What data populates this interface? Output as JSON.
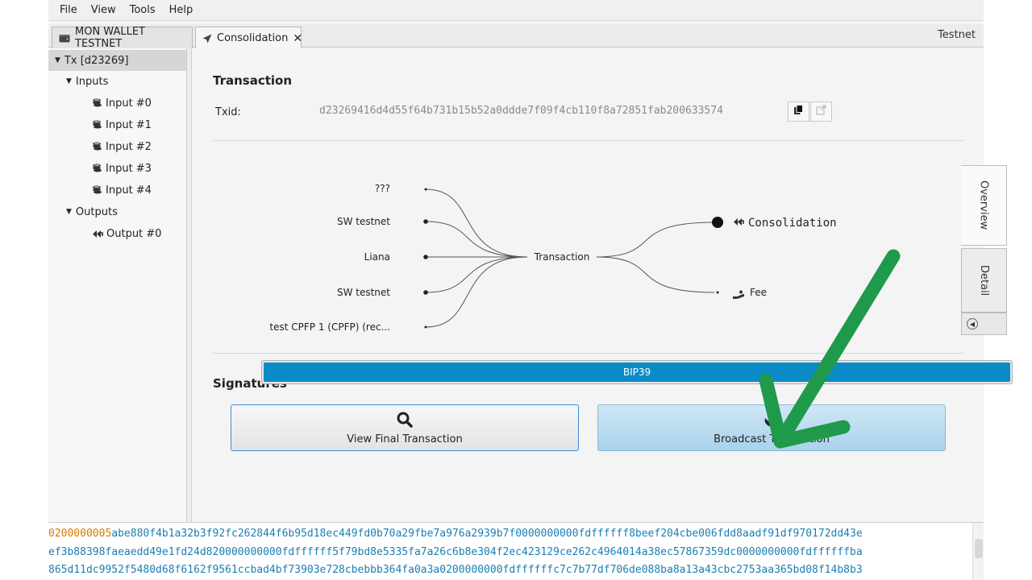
{
  "menu": {
    "items": [
      "File",
      "View",
      "Tools",
      "Help"
    ]
  },
  "tabs": {
    "wallet_label": "MON WALLET TESTNET",
    "consolidation_label": "Consolidation",
    "close_glyph": "✕",
    "network": "Testnet"
  },
  "tree": {
    "root": "Tx [d23269]",
    "inputs_label": "Inputs",
    "inputs": [
      "Input #0",
      "Input #1",
      "Input #2",
      "Input #3",
      "Input #4"
    ],
    "outputs_label": "Outputs",
    "outputs": [
      "Output #0"
    ]
  },
  "transaction": {
    "title": "Transaction",
    "txid_label": "Txid:",
    "txid": "d23269416d4d55f64b731b15b52a0ddde7f09f4cb110f8a72851fab200633574"
  },
  "diagram": {
    "inputs": [
      "???",
      "SW testnet",
      "Liana",
      "SW testnet",
      "test CPFP 1 (CPFP) (rec..."
    ],
    "center": "Transaction",
    "outputs": [
      "Consolidation",
      "Fee"
    ]
  },
  "side_tabs": {
    "overview": "Overview",
    "detail": "Detail"
  },
  "signatures": {
    "title": "Signatures",
    "keystore": "BIP39",
    "progress": 1.0
  },
  "buttons": {
    "view_final": "View Final Transaction",
    "broadcast": "Broadcast Transaction"
  },
  "hex": {
    "version": "0200000005",
    "line1": "abe880f4b1a32b3f92fc262844f6b95d18ec449fd0b70a29fbe7a976a2939b7f0000000000fdffffff8beef204cbe006fdd8aadf91df970172dd43e",
    "line2": "ef3b88398faeaedd49e1fd24d820000000000fdffffff5f79bd8e5335fa7a26c6b8e304f2ec423129ce262c4964014a38ec57867359dc0000000000fdffffffba",
    "line3": "865d11dc9952f5480d68f6162f9561ccbad4bf73903e728cbebbb364fa0a3a0200000000fdffffffc7c7b77df706de088ba8a13a43cbc2753aa365bd08f14b8b3"
  },
  "colors": {
    "progress": "#0a8bc7",
    "annotation_arrow": "#1f9a4b",
    "hex_text": "#1a7fb5",
    "hex_version": "#d77b00"
  },
  "icons": {
    "wallet_tab": "wallet-icon",
    "consolidation_tab": "send-icon",
    "input": "coins-icon",
    "output": "consolidation-icon",
    "fee": "fee-hand-icon",
    "copy": "copy-icon",
    "external": "external-link-icon",
    "view": "magnifier-icon",
    "broadcast": "satellite-icon"
  }
}
